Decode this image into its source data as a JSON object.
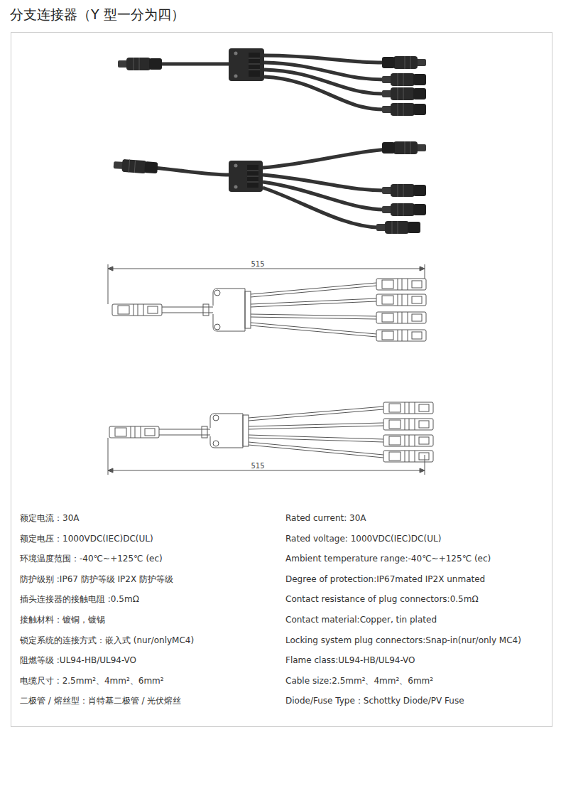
{
  "diagram": {
    "title": "分支连接器（Y 型一分为四）",
    "labels": [
      "515",
      "515",
      "额定电流：30A",
      "Rated current: 30A",
      "额定电压：1000VDC(IEC)DC(UL)",
      "Rated voltage: 1000VDC(IEC)DC(UL)",
      "环境温度范围：-40℃~+125℃ (ec)",
      "Ambient temperature range:-40℃~+125℃ (ec)",
      "防护级别 :IP67 防护等级 IP2X 防护等级",
      "Degree of protection:IP67mated IP2X unmated",
      "插头连接器的接触电阻 :0.5mΩ",
      "Contact resistance of plug connectors:0.5mΩ",
      "接触材料：镀铜，镀锡",
      "Contact material:Copper, tin plated",
      "锁定系统的连接方式：嵌入式 (nur/onlyMC4)",
      "Locking system plug connectors:Snap-in(nur/only MC4)",
      "阻燃等级 :UL94-HB/UL94-VO",
      "Flame class:UL94-HB/UL94-VO",
      "电缆尺寸 : 2.5mm²、4mm²、6mm²",
      "Cable size:2.5mm²、4mm²、6mm²",
      "二极管 / 熔丝型：肖特基二极管 / 光伏熔丝",
      "Diode/Fuse Type：Schottky Diode/PV Fuse"
    ]
  }
}
